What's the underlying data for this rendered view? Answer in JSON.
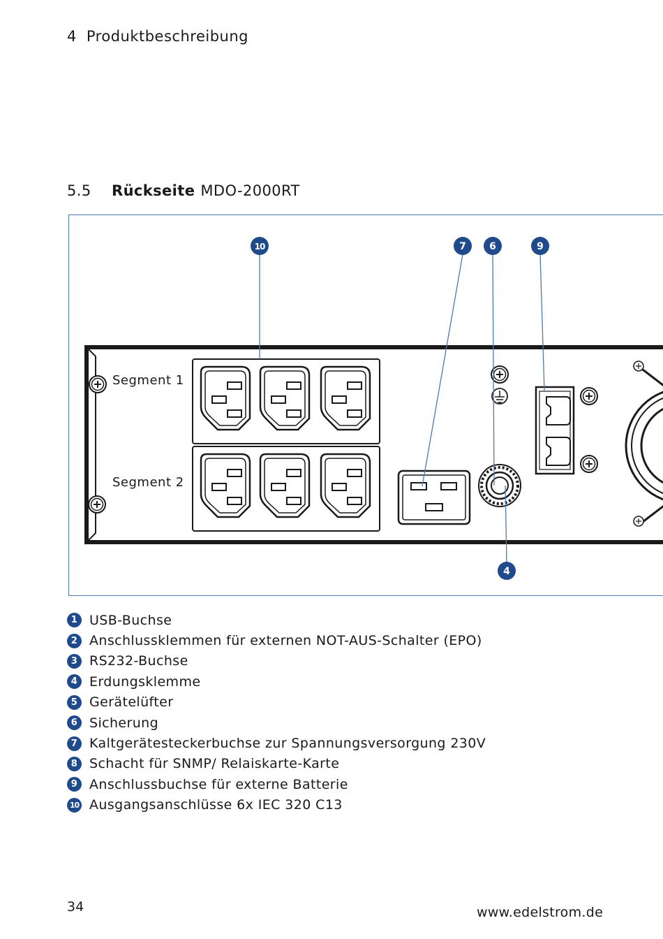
{
  "header": {
    "chapter_number": "4",
    "chapter_title": "Produktbeschreibung"
  },
  "section": {
    "number": "5.5",
    "title": "Rückseite",
    "model": "MDO-2000RT"
  },
  "figure": {
    "segment_labels": [
      "Segment 1",
      "Segment 2"
    ],
    "callouts": [
      "10",
      "7",
      "6",
      "9",
      "4"
    ],
    "accent_color": "#1f4b8c",
    "frame_color": "#4d79ad"
  },
  "legend": [
    {
      "number": "1",
      "text": "USB-Buchse"
    },
    {
      "number": "2",
      "text": "Anschlussklemmen für externen NOT-AUS-Schalter (EPO)"
    },
    {
      "number": "3",
      "text": "RS232-Buchse"
    },
    {
      "number": "4",
      "text": "Erdungsklemme"
    },
    {
      "number": "5",
      "text": "Gerätelüfter"
    },
    {
      "number": "6",
      "text": "Sicherung"
    },
    {
      "number": "7",
      "text": "Kaltgerätesteckerbuchse zur Spannungsversorgung 230V"
    },
    {
      "number": "8",
      "text": "Schacht für SNMP/ Relaiskarte-Karte"
    },
    {
      "number": "9",
      "text": "Anschlussbuchse für externe Batterie"
    },
    {
      "number": "10",
      "text": "Ausgangsanschlüsse 6x IEC 320 C13"
    }
  ],
  "footer": {
    "page_number": "34",
    "website": "www.edelstrom.de"
  }
}
